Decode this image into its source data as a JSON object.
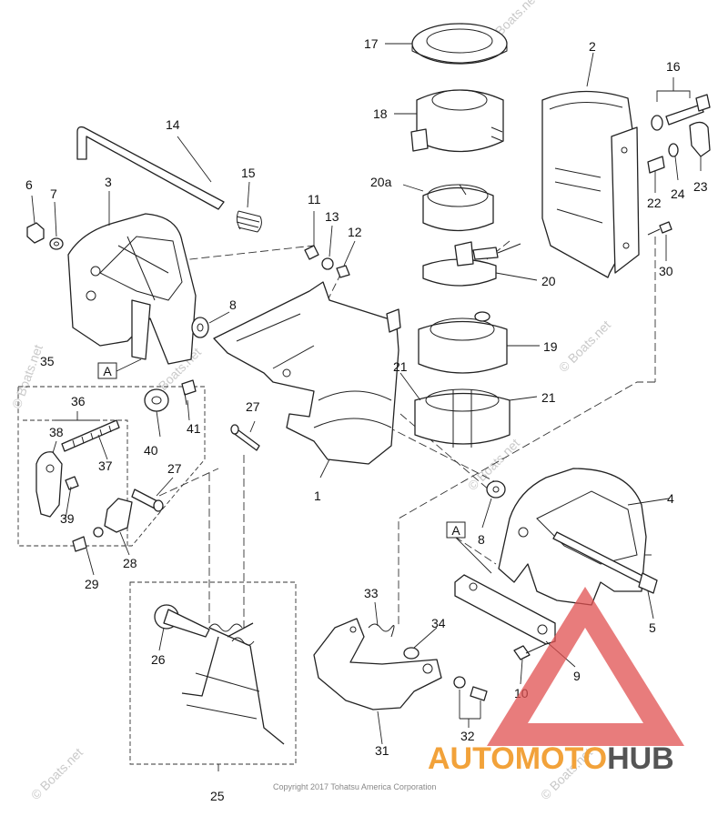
{
  "watermark": "© Boats.net",
  "copyright": "Copyright 2017 Tohatsu America Corporation",
  "logo": {
    "part1": "AUTOMOTO",
    "part2": "HUB",
    "accent": "#f2a23a",
    "triangle": "#e05050"
  },
  "labels": {
    "p1": "1",
    "p2": "2",
    "p3": "3",
    "p4": "4",
    "p5": "5",
    "p6": "6",
    "p7": "7",
    "p8a": "8",
    "p8b": "8",
    "p9": "9",
    "p10": "10",
    "p11": "11",
    "p12": "12",
    "p13": "13",
    "p14": "14",
    "p15": "15",
    "p16": "16",
    "p17": "17",
    "p18": "18",
    "p19": "19",
    "p20": "20",
    "p20a": "20a",
    "p21a": "21",
    "p21b": "21",
    "p22": "22",
    "p23": "23",
    "p24": "24",
    "p25": "25",
    "p26": "26",
    "p27a": "27",
    "p27b": "27",
    "p28": "28",
    "p29": "29",
    "p30": "30",
    "p31": "31",
    "p32": "32",
    "p33": "33",
    "p34": "34",
    "p35": "35",
    "p36": "36",
    "p37": "37",
    "p38": "38",
    "p39": "39",
    "p40": "40",
    "p41": "41",
    "boxA1": "A",
    "boxA2": "A"
  }
}
